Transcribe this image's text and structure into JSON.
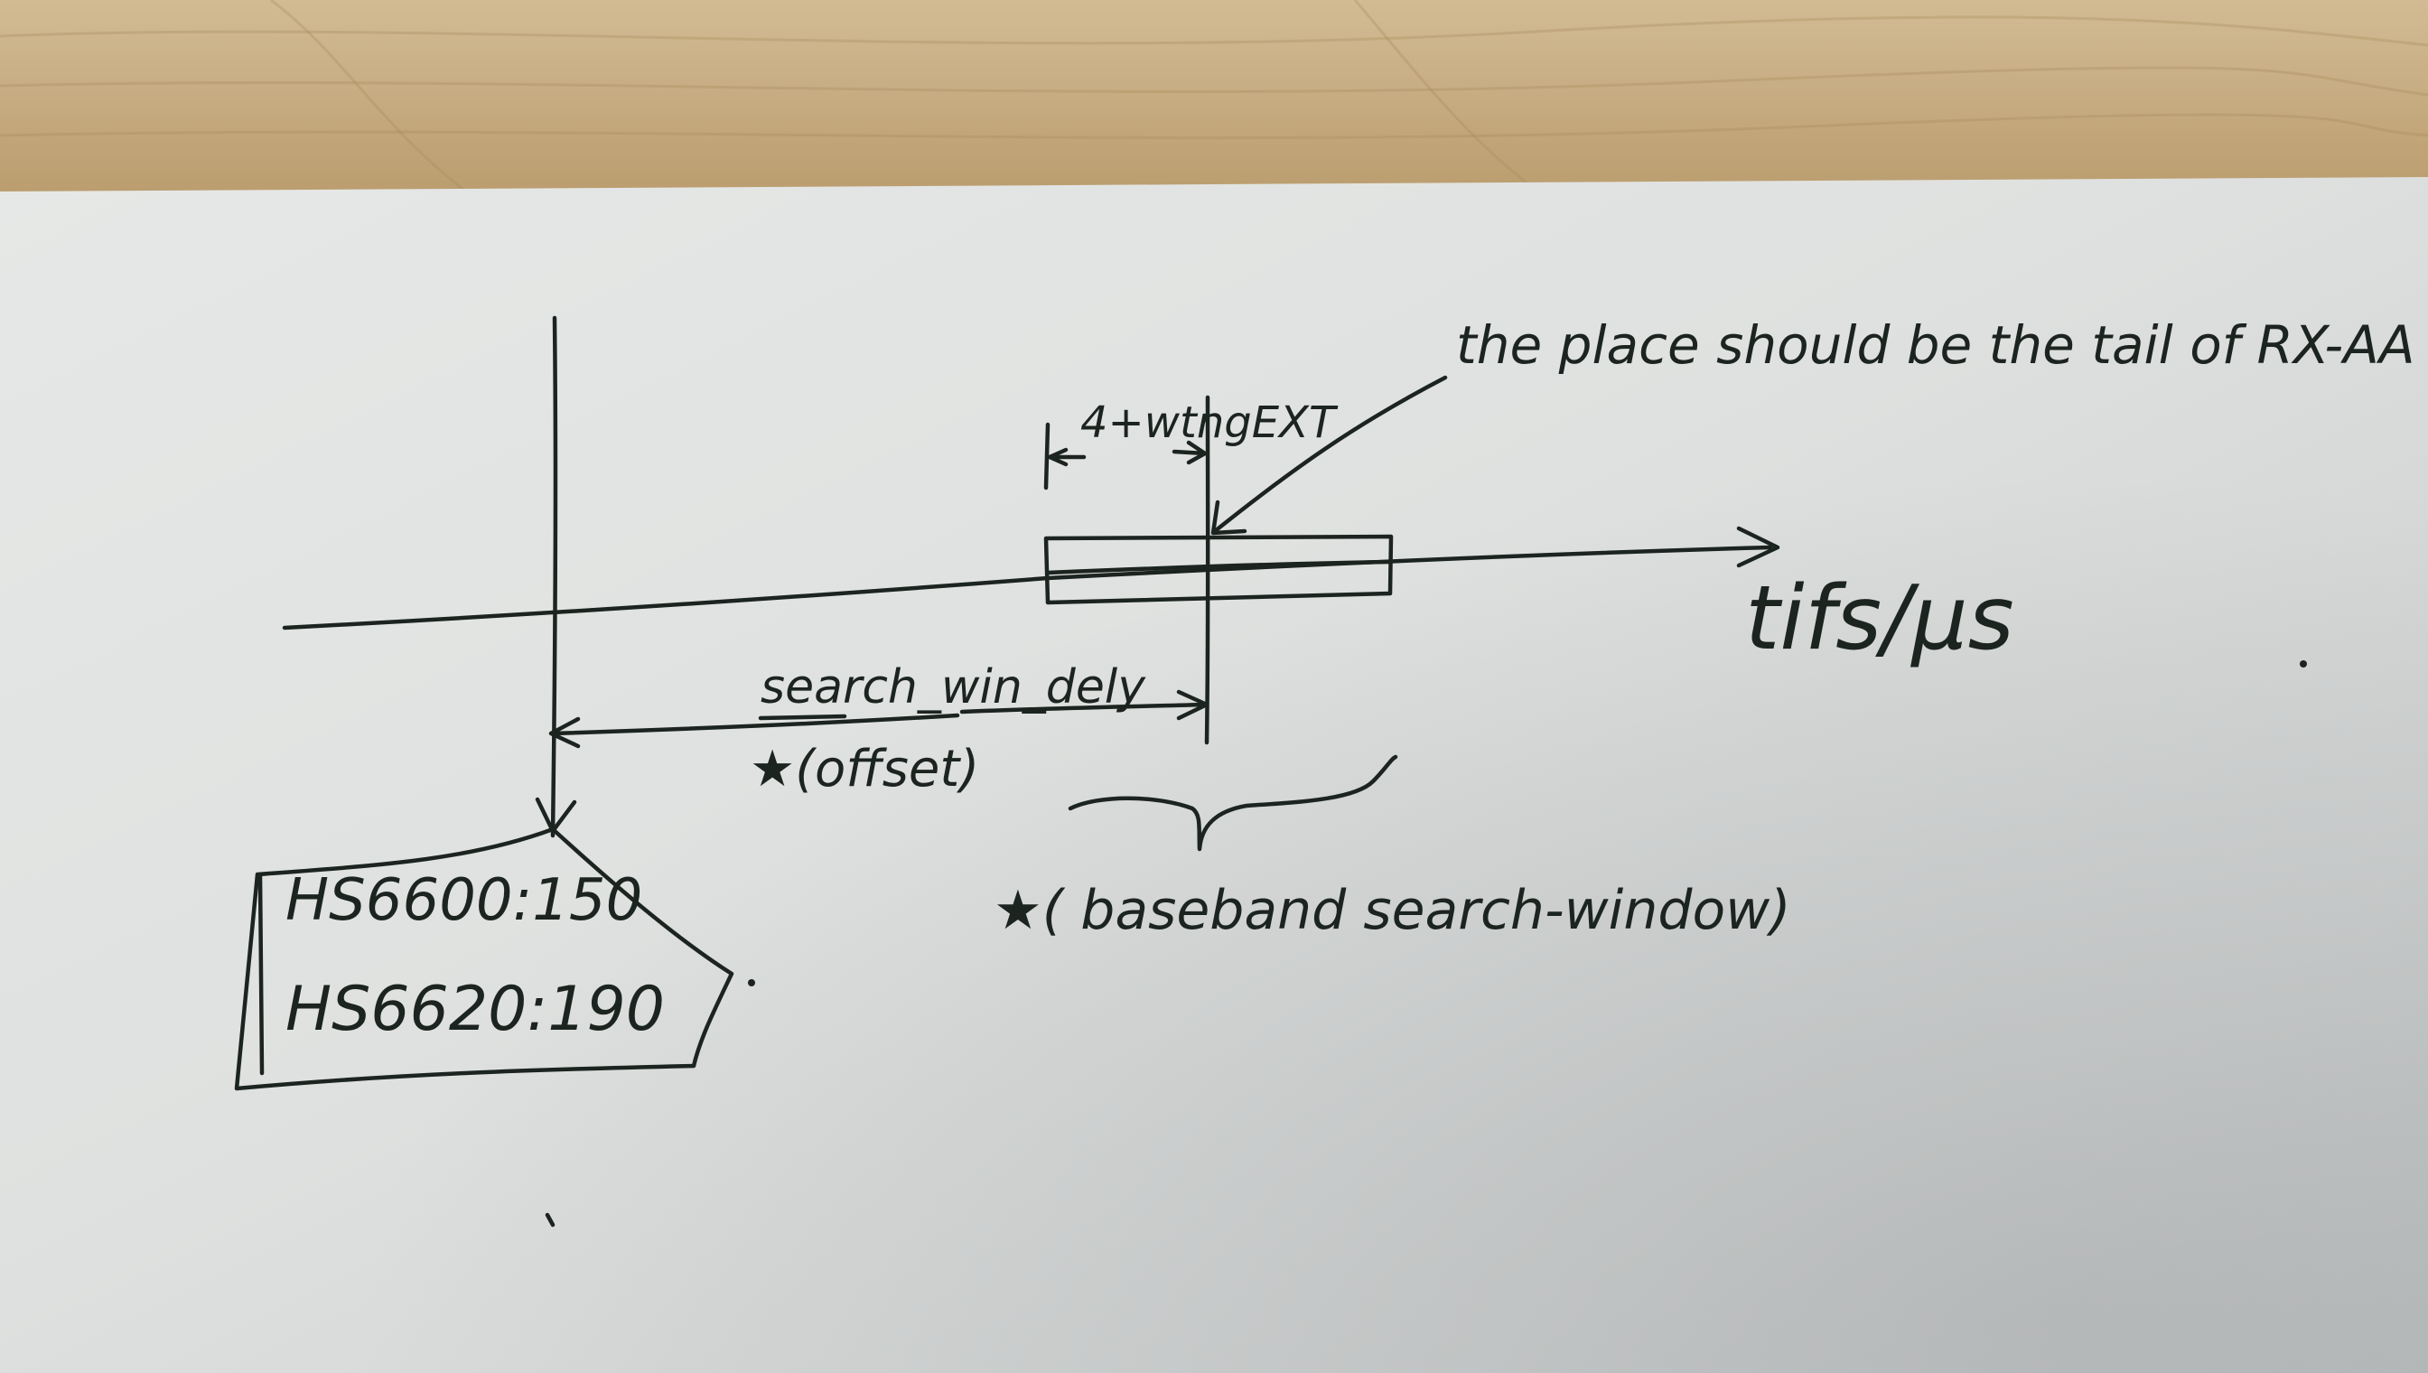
{
  "annotations": {
    "tail_note": "the place should be the tail of RX-AA",
    "tick_label": "4+wtngEXT",
    "axis_label": "tifs/μs",
    "delay_label": "search_win_dely",
    "offset_label": "★(offset)",
    "window_label": "★( baseband search-window)",
    "values": {
      "hs6600": "HS6600:150",
      "hs6620": "HS6620:190"
    }
  },
  "colors": {
    "wood": "#c9b28b",
    "paper": "#e4e6e5",
    "ink": "#1c2420"
  }
}
